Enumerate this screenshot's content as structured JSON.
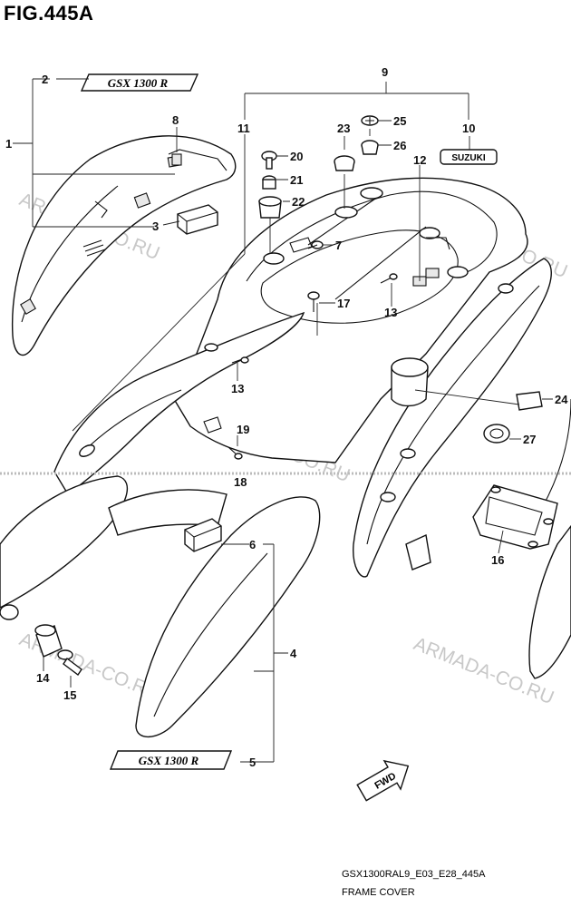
{
  "figure": {
    "title": "FIG.445A",
    "caption_code": "GSX1300RAL9_E03_E28_445A",
    "caption_name": "FRAME COVER"
  },
  "watermark": "ARMADA-CO.RU",
  "emblem_text": {
    "gsx_badge": "GSX 1300 R",
    "suzuki_badge": "SUZUKI",
    "fwd_arrow": "FWD"
  },
  "callouts": {
    "c1": "1",
    "c2": "2",
    "c3": "3",
    "c4": "4",
    "c5": "5",
    "c6": "6",
    "c7": "7",
    "c8": "8",
    "c9": "9",
    "c10": "10",
    "c11": "11",
    "c12": "12",
    "c13a": "13",
    "c13b": "13",
    "c14": "14",
    "c15": "15",
    "c16": "16",
    "c17": "17",
    "c18": "18",
    "c19": "19",
    "c20": "20",
    "c21": "21",
    "c22": "22",
    "c23": "23",
    "c24": "24",
    "c25": "25",
    "c26": "26",
    "c27": "27"
  }
}
